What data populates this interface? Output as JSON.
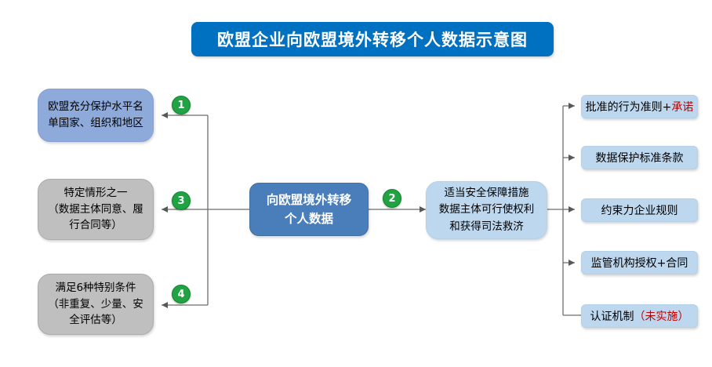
{
  "title": "欧盟企业向欧盟境外转移个人数据示意图",
  "colors": {
    "title_bg": "#0070C0",
    "center_box_bg": "#4A7EBB",
    "adequacy_box_bg": "#8EAADB",
    "gray_box_bg": "#BFBFBF",
    "light_blue_box_bg": "#BDD7EE",
    "badge_green": "#21A344",
    "highlight_red": "#C00000",
    "connector_gray": "#6E6E6E"
  },
  "badges": {
    "b1": "1",
    "b2": "2",
    "b3": "3",
    "b4": "4"
  },
  "left_boxes": [
    {
      "id": "adequacy",
      "text": "欧盟充分保护水平名\n单国家、组织和地区"
    },
    {
      "id": "specific",
      "text": "特定情形之一\n（数据主体同意、履\n行合同等）"
    },
    {
      "id": "special",
      "text": "满足6种特别条件\n（非重复、少量、安\n全评估等）"
    }
  ],
  "center_box": {
    "text": "向欧盟境外转移\n个人数据"
  },
  "safeguard_box": {
    "text": "适当安全保障措施\n数据主体可行使权利\n和获得司法救济"
  },
  "right_boxes": [
    {
      "text": "批准的行为准则+",
      "highlight": "承诺"
    },
    {
      "text": "数据保护标准条款",
      "highlight": ""
    },
    {
      "text": "约束力企业规则",
      "highlight": ""
    },
    {
      "text": "监管机构授权+合同",
      "highlight": ""
    },
    {
      "text": "认证机制",
      "highlight": "（未实施）"
    }
  ]
}
